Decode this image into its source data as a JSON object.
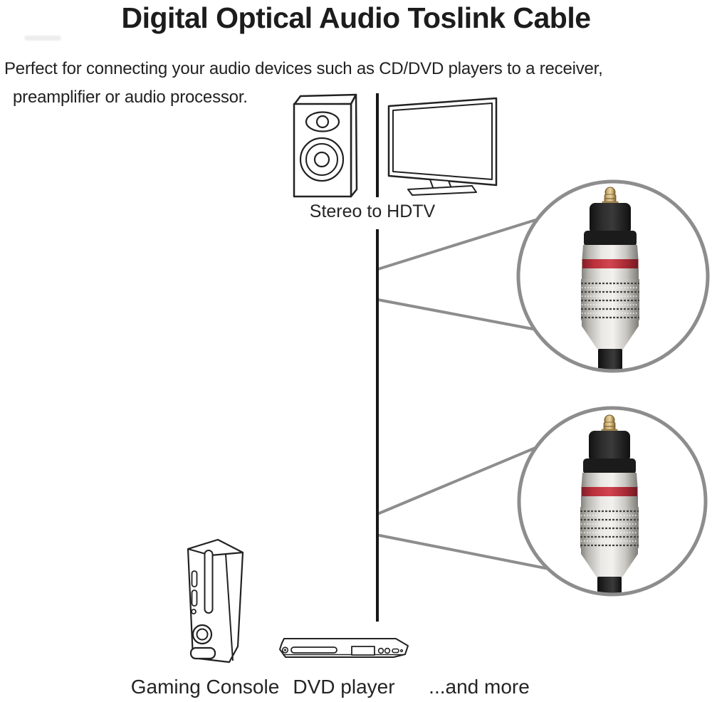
{
  "page": {
    "title": "Digital Optical Audio Toslink Cable",
    "background_color": "#ffffff"
  },
  "description": {
    "line1": "Perfect for connecting your audio devices such as CD/DVD players to a receiver,",
    "line2": "preamplifier or audio processor."
  },
  "diagram": {
    "connection_label": "Stereo to HDTV",
    "device_labels": {
      "gaming_console": "Gaming Console",
      "dvd_player": "DVD player",
      "more": "...and more"
    },
    "icons": {
      "speaker": "stereo-speaker-icon",
      "tv": "hdtv-icon",
      "console": "gaming-console-icon",
      "dvd": "dvd-player-icon",
      "cable": "optical-cable-line",
      "magnifiers": "magnifier-circle",
      "connector": "toslink-connector-photo"
    },
    "colors": {
      "ink": "#1f1f1f",
      "callout_gray": "#8d8d8d",
      "connector_red_ring": "#c5363f",
      "connector_metal": "#d9d7d2",
      "connector_gold_pin": "#d4b87e",
      "cable_black": "#1a1a1a"
    }
  }
}
